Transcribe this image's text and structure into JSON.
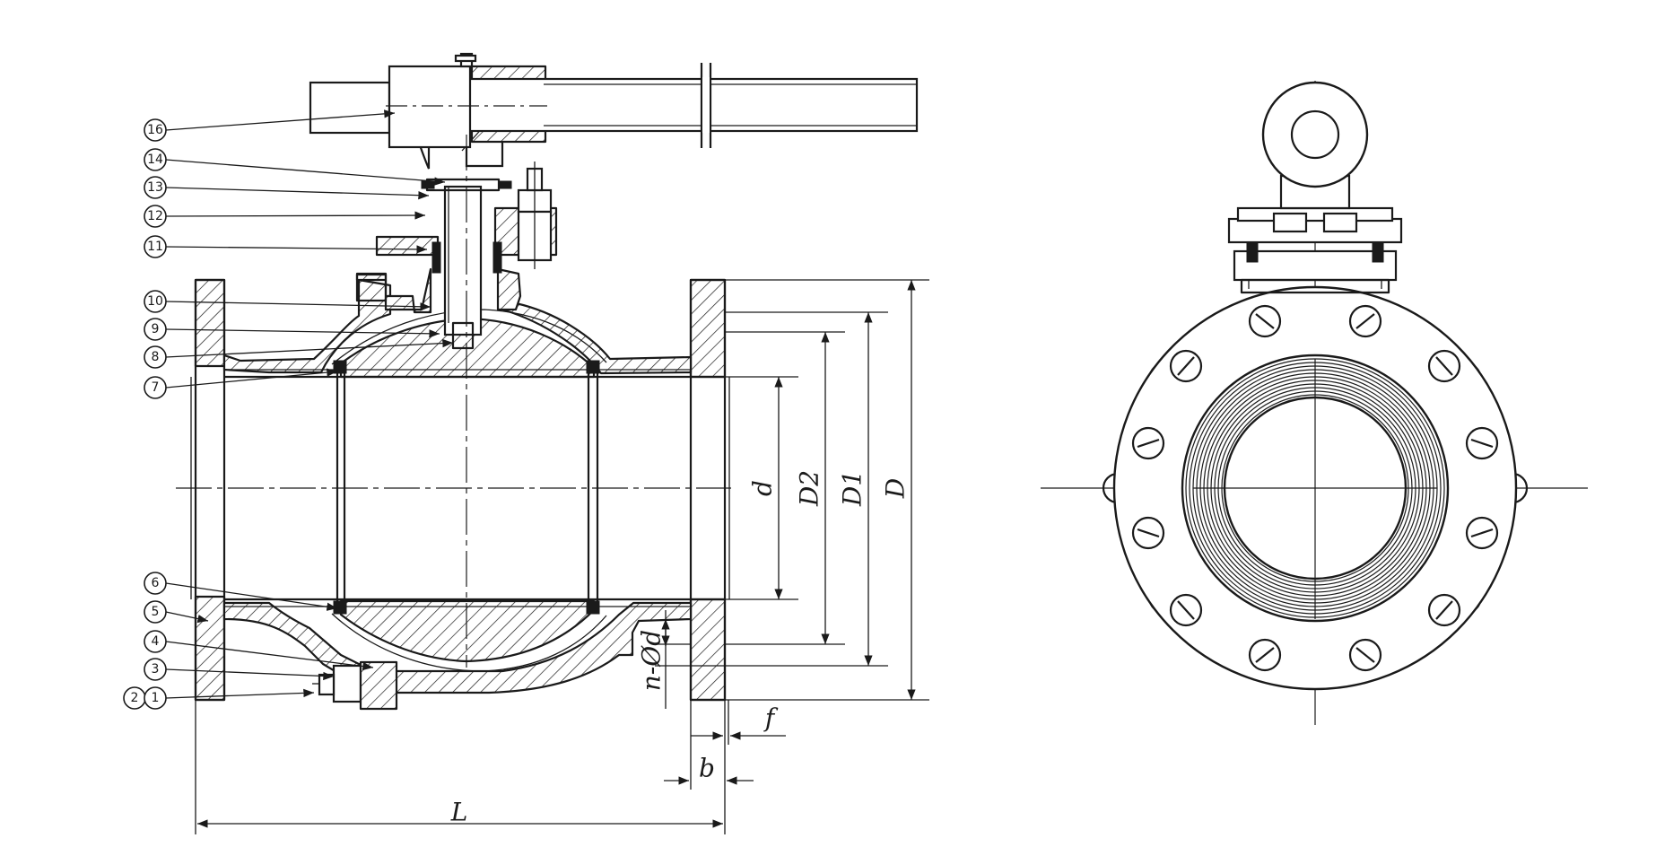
{
  "callouts": [
    {
      "label": "16"
    },
    {
      "label": "14"
    },
    {
      "label": "13"
    },
    {
      "label": "12"
    },
    {
      "label": "11"
    },
    {
      "label": "10"
    },
    {
      "label": "9"
    },
    {
      "label": "8"
    },
    {
      "label": "7"
    },
    {
      "label": "6"
    },
    {
      "label": "5"
    },
    {
      "label": "4"
    },
    {
      "label": "3"
    },
    {
      "label": "2"
    },
    {
      "label": "1"
    }
  ],
  "dimensions": {
    "bore": "d",
    "raised_face": "D2",
    "bolt_circle": "D1",
    "flange_outer": "D",
    "bolt_holes": "n-Ød",
    "face_height": "f",
    "flange_thickness": "b",
    "length": "L"
  }
}
